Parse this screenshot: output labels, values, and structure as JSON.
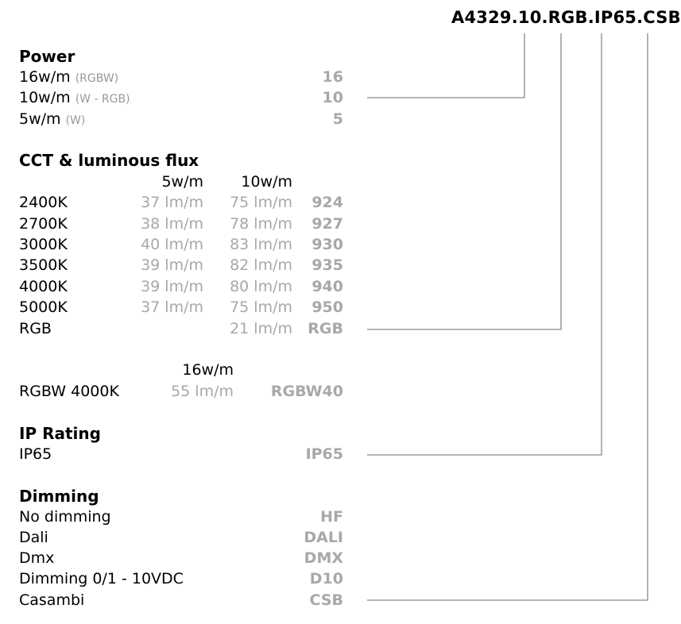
{
  "product_code": "A4329.10.RGB.IP65.CSB",
  "power": {
    "heading": "Power",
    "rows": [
      {
        "label": "16w/m",
        "note": "(RGBW)",
        "code": "16"
      },
      {
        "label": "10w/m",
        "note": "(W - RGB)",
        "code": "10"
      },
      {
        "label": "5w/m",
        "note": "(W)",
        "code": "5"
      }
    ]
  },
  "cct": {
    "heading": "CCT & luminous flux",
    "col_5": "5w/m",
    "col_10": "10w/m",
    "rows": [
      {
        "label": "2400K",
        "flux_5": "37 lm/m",
        "flux_10": "75 lm/m",
        "code": "924"
      },
      {
        "label": "2700K",
        "flux_5": "38 lm/m",
        "flux_10": "78 lm/m",
        "code": "927"
      },
      {
        "label": "3000K",
        "flux_5": "40 lm/m",
        "flux_10": "83 lm/m",
        "code": "930"
      },
      {
        "label": "3500K",
        "flux_5": "39 lm/m",
        "flux_10": "82 lm/m",
        "code": "935"
      },
      {
        "label": "4000K",
        "flux_5": "39 lm/m",
        "flux_10": "80 lm/m",
        "code": "940"
      },
      {
        "label": "5000K",
        "flux_5": "37 lm/m",
        "flux_10": "75 lm/m",
        "code": "950"
      },
      {
        "label": "RGB",
        "flux_5": "",
        "flux_10": "21 lm/m",
        "code": "RGB"
      }
    ],
    "col_16": "16w/m",
    "rgbw": {
      "label": "RGBW 4000K",
      "flux_16": "55 lm/m",
      "code": "RGBW40"
    }
  },
  "ip": {
    "heading": "IP Rating",
    "rows": [
      {
        "label": "IP65",
        "code": "IP65"
      }
    ]
  },
  "dimming": {
    "heading": "Dimming",
    "rows": [
      {
        "label": "No dimming",
        "code": "HF"
      },
      {
        "label": "Dali",
        "code": "DALI"
      },
      {
        "label": "Dmx",
        "code": "DMX"
      },
      {
        "label": "Dimming 0/1 - 10VDC",
        "code": "D10"
      },
      {
        "label": "Casambi",
        "code": "CSB"
      }
    ]
  },
  "colors": {
    "text": "#000000",
    "code_gray": "#a8a8a8",
    "line_gray": "#888888"
  }
}
